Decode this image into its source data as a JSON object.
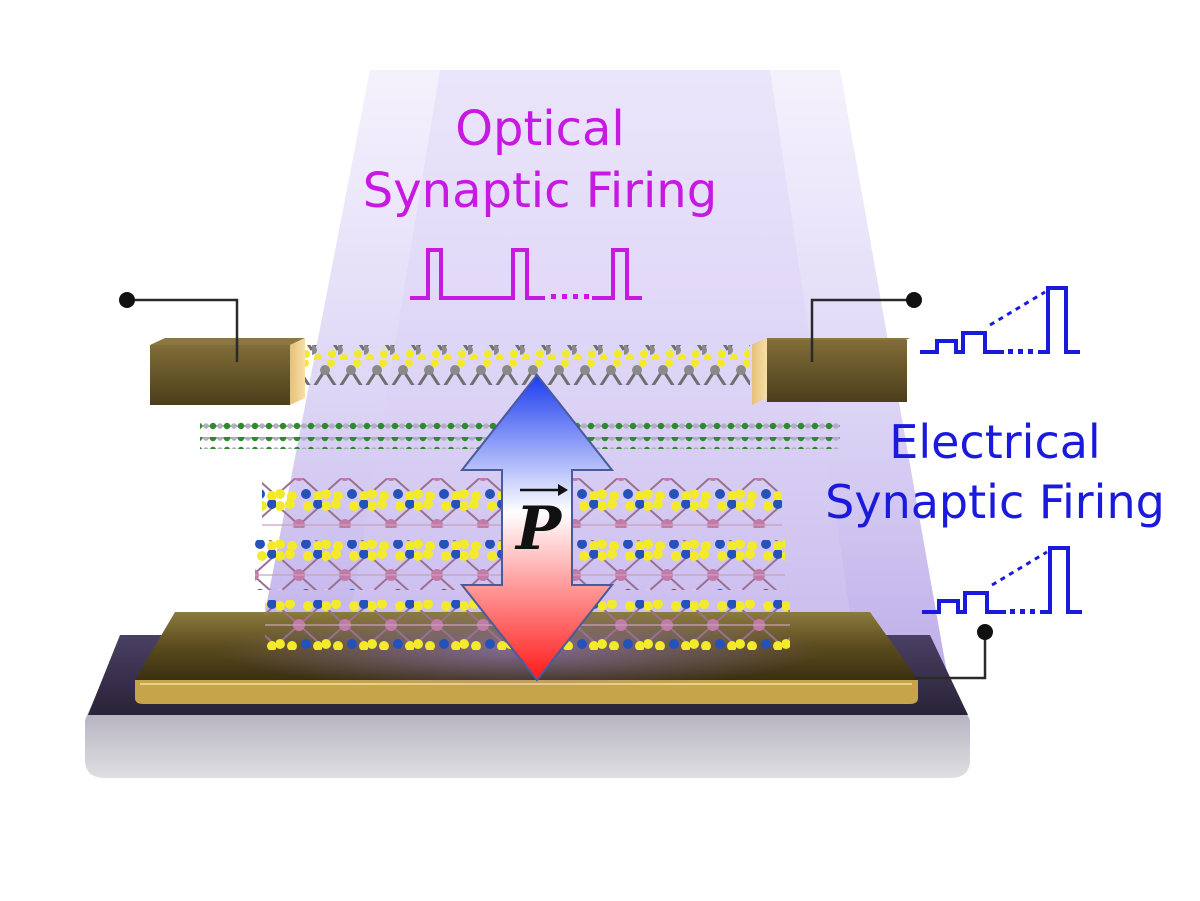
{
  "optical_label": {
    "line1": "Optical",
    "line2": "Synaptic Firing"
  },
  "electrical_label": {
    "line1": "Electrical",
    "line2": "Synaptic Firing"
  },
  "polarization_symbol": "P",
  "colors": {
    "optical_pulse": "#c819e3",
    "electrical_pulse": "#1a1adc",
    "arrow_top": "#1c3cf0",
    "arrow_bottom": "#ff1a1a",
    "electrode_gold": "#6e5a2a",
    "light_cone": "#b9a7e6",
    "substrate": "#3c3454",
    "atom_yellow": "#f2ea2a",
    "atom_grey": "#8c8c8c",
    "atom_green": "#2f8a2f",
    "atom_blue": "#2452b8",
    "atom_pink": "#c27aa8"
  }
}
